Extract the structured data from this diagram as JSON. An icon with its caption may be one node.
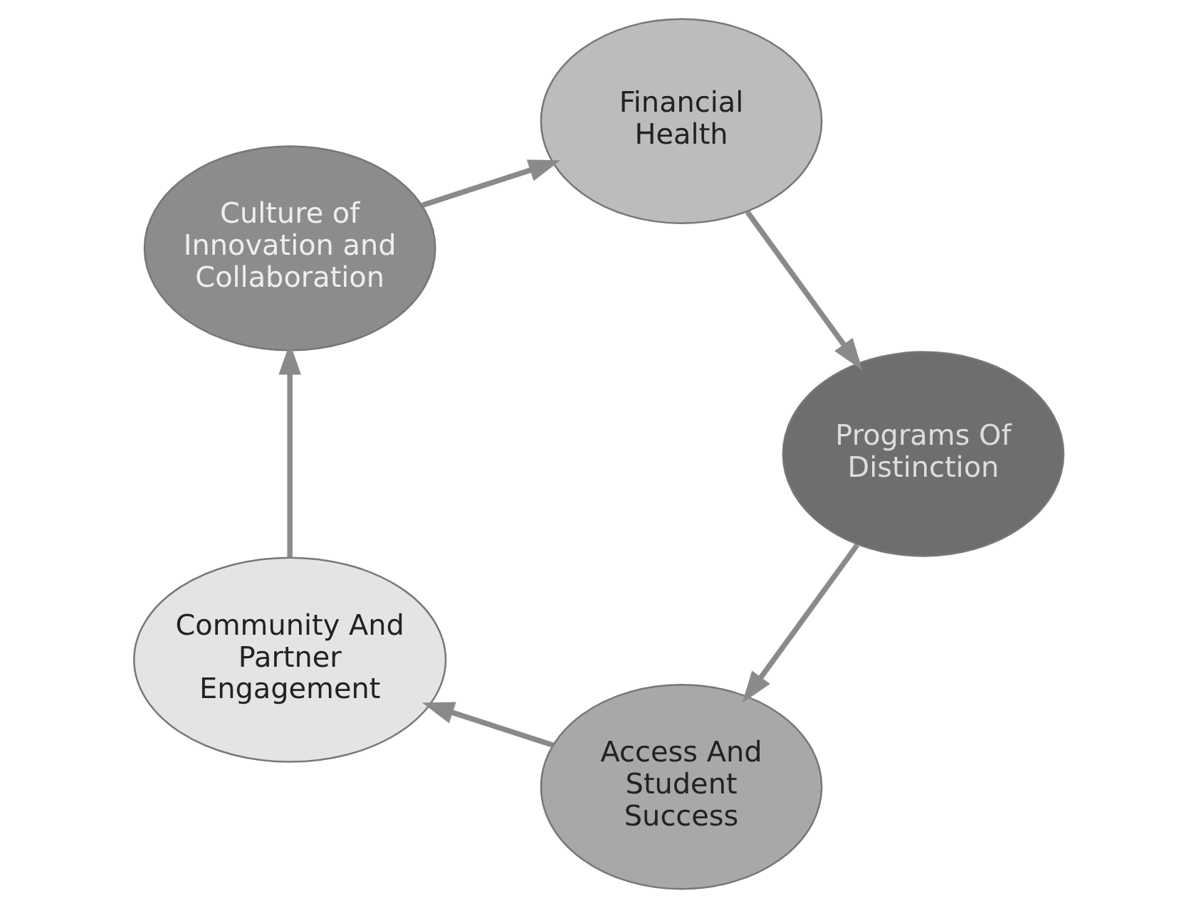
{
  "diagram": {
    "nodes": [
      {
        "text": [
          "Access And Student Success"
        ]
      },
      {
        "text": [
          "Community And Partner Engagement"
        ]
      },
      {
        "text": [
          "Programs Of Distinction"
        ]
      },
      {
        "text": [
          "Culture of Innovation and Collaboration"
        ]
      },
      {
        "text": [
          "Financial Health"
        ]
      }
    ],
    "edges": [
      {
        "from": 0,
        "to": 1,
        "arrow": "to"
      },
      {
        "from": 1,
        "to": 3,
        "arrow": "to"
      },
      {
        "from": 3,
        "to": 4,
        "arrow": "to"
      },
      {
        "from": 4,
        "to": 2,
        "arrow": "to"
      },
      {
        "from": 2,
        "to": 0,
        "arrow": "to"
      }
    ]
  }
}
